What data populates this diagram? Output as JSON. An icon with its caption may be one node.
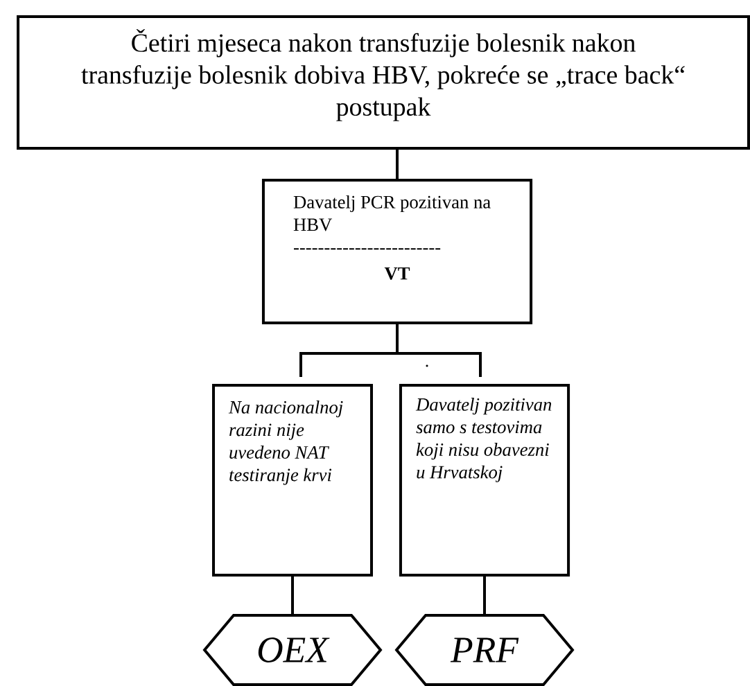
{
  "diagram": {
    "nodes": [
      {
        "text": [
          "Četiri mjeseca nakon transfuzije bolesnik nakon transfuzije bolesnik dobiva HBV, pokreće se „trace back“ postupak"
        ]
      },
      {
        "text": [
          "Davatelj PCR pozitivan na HBV",
          "------------------------",
          "VT"
        ]
      },
      {
        "text": [
          "Na nacionalnoj razini nije uvedeno NAT testiranje krvi"
        ]
      },
      {
        "text": [
          "Davatelj pozitivan samo s testovima koji nisu obavezni u Hrvatskoj"
        ]
      },
      {
        "text": [
          "OEX"
        ]
      },
      {
        "text": [
          "PRF"
        ]
      }
    ],
    "edges": [
      {
        "from": 0,
        "to": 1,
        "arrow": "none"
      },
      {
        "from": 1,
        "to": 2,
        "arrow": "none"
      },
      {
        "from": 1,
        "to": 3,
        "arrow": "none"
      },
      {
        "from": 2,
        "to": 4,
        "arrow": "none"
      },
      {
        "from": 3,
        "to": 5,
        "arrow": "none"
      }
    ],
    "labels": [
      "."
    ]
  }
}
